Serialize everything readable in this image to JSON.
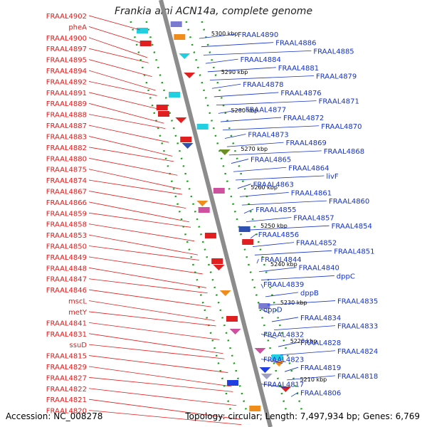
{
  "title": "Frankia alni ACN14a, complete genome",
  "accession": "Accession: NC_008278",
  "topology": "Topology: circular; Length: 7,497,934 bp; Genes: 6,769",
  "colors": {
    "left_label": "#e01b1b",
    "right_label": "#1432c8",
    "backbone": "#8c8c8c",
    "track_dots": "#1aa01a",
    "tick_text": "#000000"
  },
  "ticks": [
    "5300 kbp",
    "5290 kbp",
    "5280 kbp",
    "5270 kbp",
    "5260 kbp",
    "5250 kbp",
    "5240 kbp",
    "5230 kbp",
    "5220 kbp",
    "5210 kbp"
  ],
  "left_labels": [
    "FRAAL4902",
    "pheA",
    "FRAAL4900",
    "FRAAL4897",
    "FRAAL4895",
    "FRAAL4894",
    "FRAAL4892",
    "FRAAL4891",
    "FRAAL4889",
    "FRAAL4888",
    "FRAAL4887",
    "FRAAL4883",
    "FRAAL4882",
    "FRAAL4880",
    "FRAAL4875",
    "FRAAL4874",
    "FRAAL4867",
    "FRAAL4866",
    "FRAAL4859",
    "FRAAL4858",
    "FRAAL4853",
    "FRAAL4850",
    "FRAAL4849",
    "FRAAL4848",
    "FRAAL4847",
    "FRAAL4846",
    "mscL",
    "metY",
    "FRAAL4841",
    "FRAAL4831",
    "ssuD",
    "FRAAL4815",
    "FRAAL4829",
    "FRAAL4827",
    "FRAAL4822",
    "FRAAL4821",
    "FRAAL4820"
  ],
  "right_labels": [
    "FRAAL4890",
    "FRAAL4886",
    "FRAAL4885",
    "FRAAL4884",
    "FRAAL4881",
    "FRAAL4879",
    "FRAAL4878",
    "FRAAL4876",
    "FRAAL4871",
    "FRAAL4877",
    "FRAAL4872",
    "FRAAL4870",
    "FRAAL4873",
    "FRAAL4869",
    "FRAAL4868",
    "FRAAL4865",
    "FRAAL4864",
    "livF",
    "FRAAL4863",
    "FRAAL4861",
    "FRAAL4860",
    "FRAAL4855",
    "FRAAL4857",
    "FRAAL4854",
    "FRAAL4856",
    "FRAAL4852",
    "FRAAL4851",
    "FRAAL4844",
    "FRAAL4840",
    "dppC",
    "FRAAL4839",
    "dppB",
    "FRAAL4835",
    "oppD",
    "FRAAL4834",
    "FRAAL4833",
    "FRAAL4832",
    "FRAAL4828",
    "FRAAL4824",
    "FRAAL4823",
    "FRAAL4819",
    "FRAAL4818",
    "FRAAL4817",
    "FRAAL4806"
  ]
}
